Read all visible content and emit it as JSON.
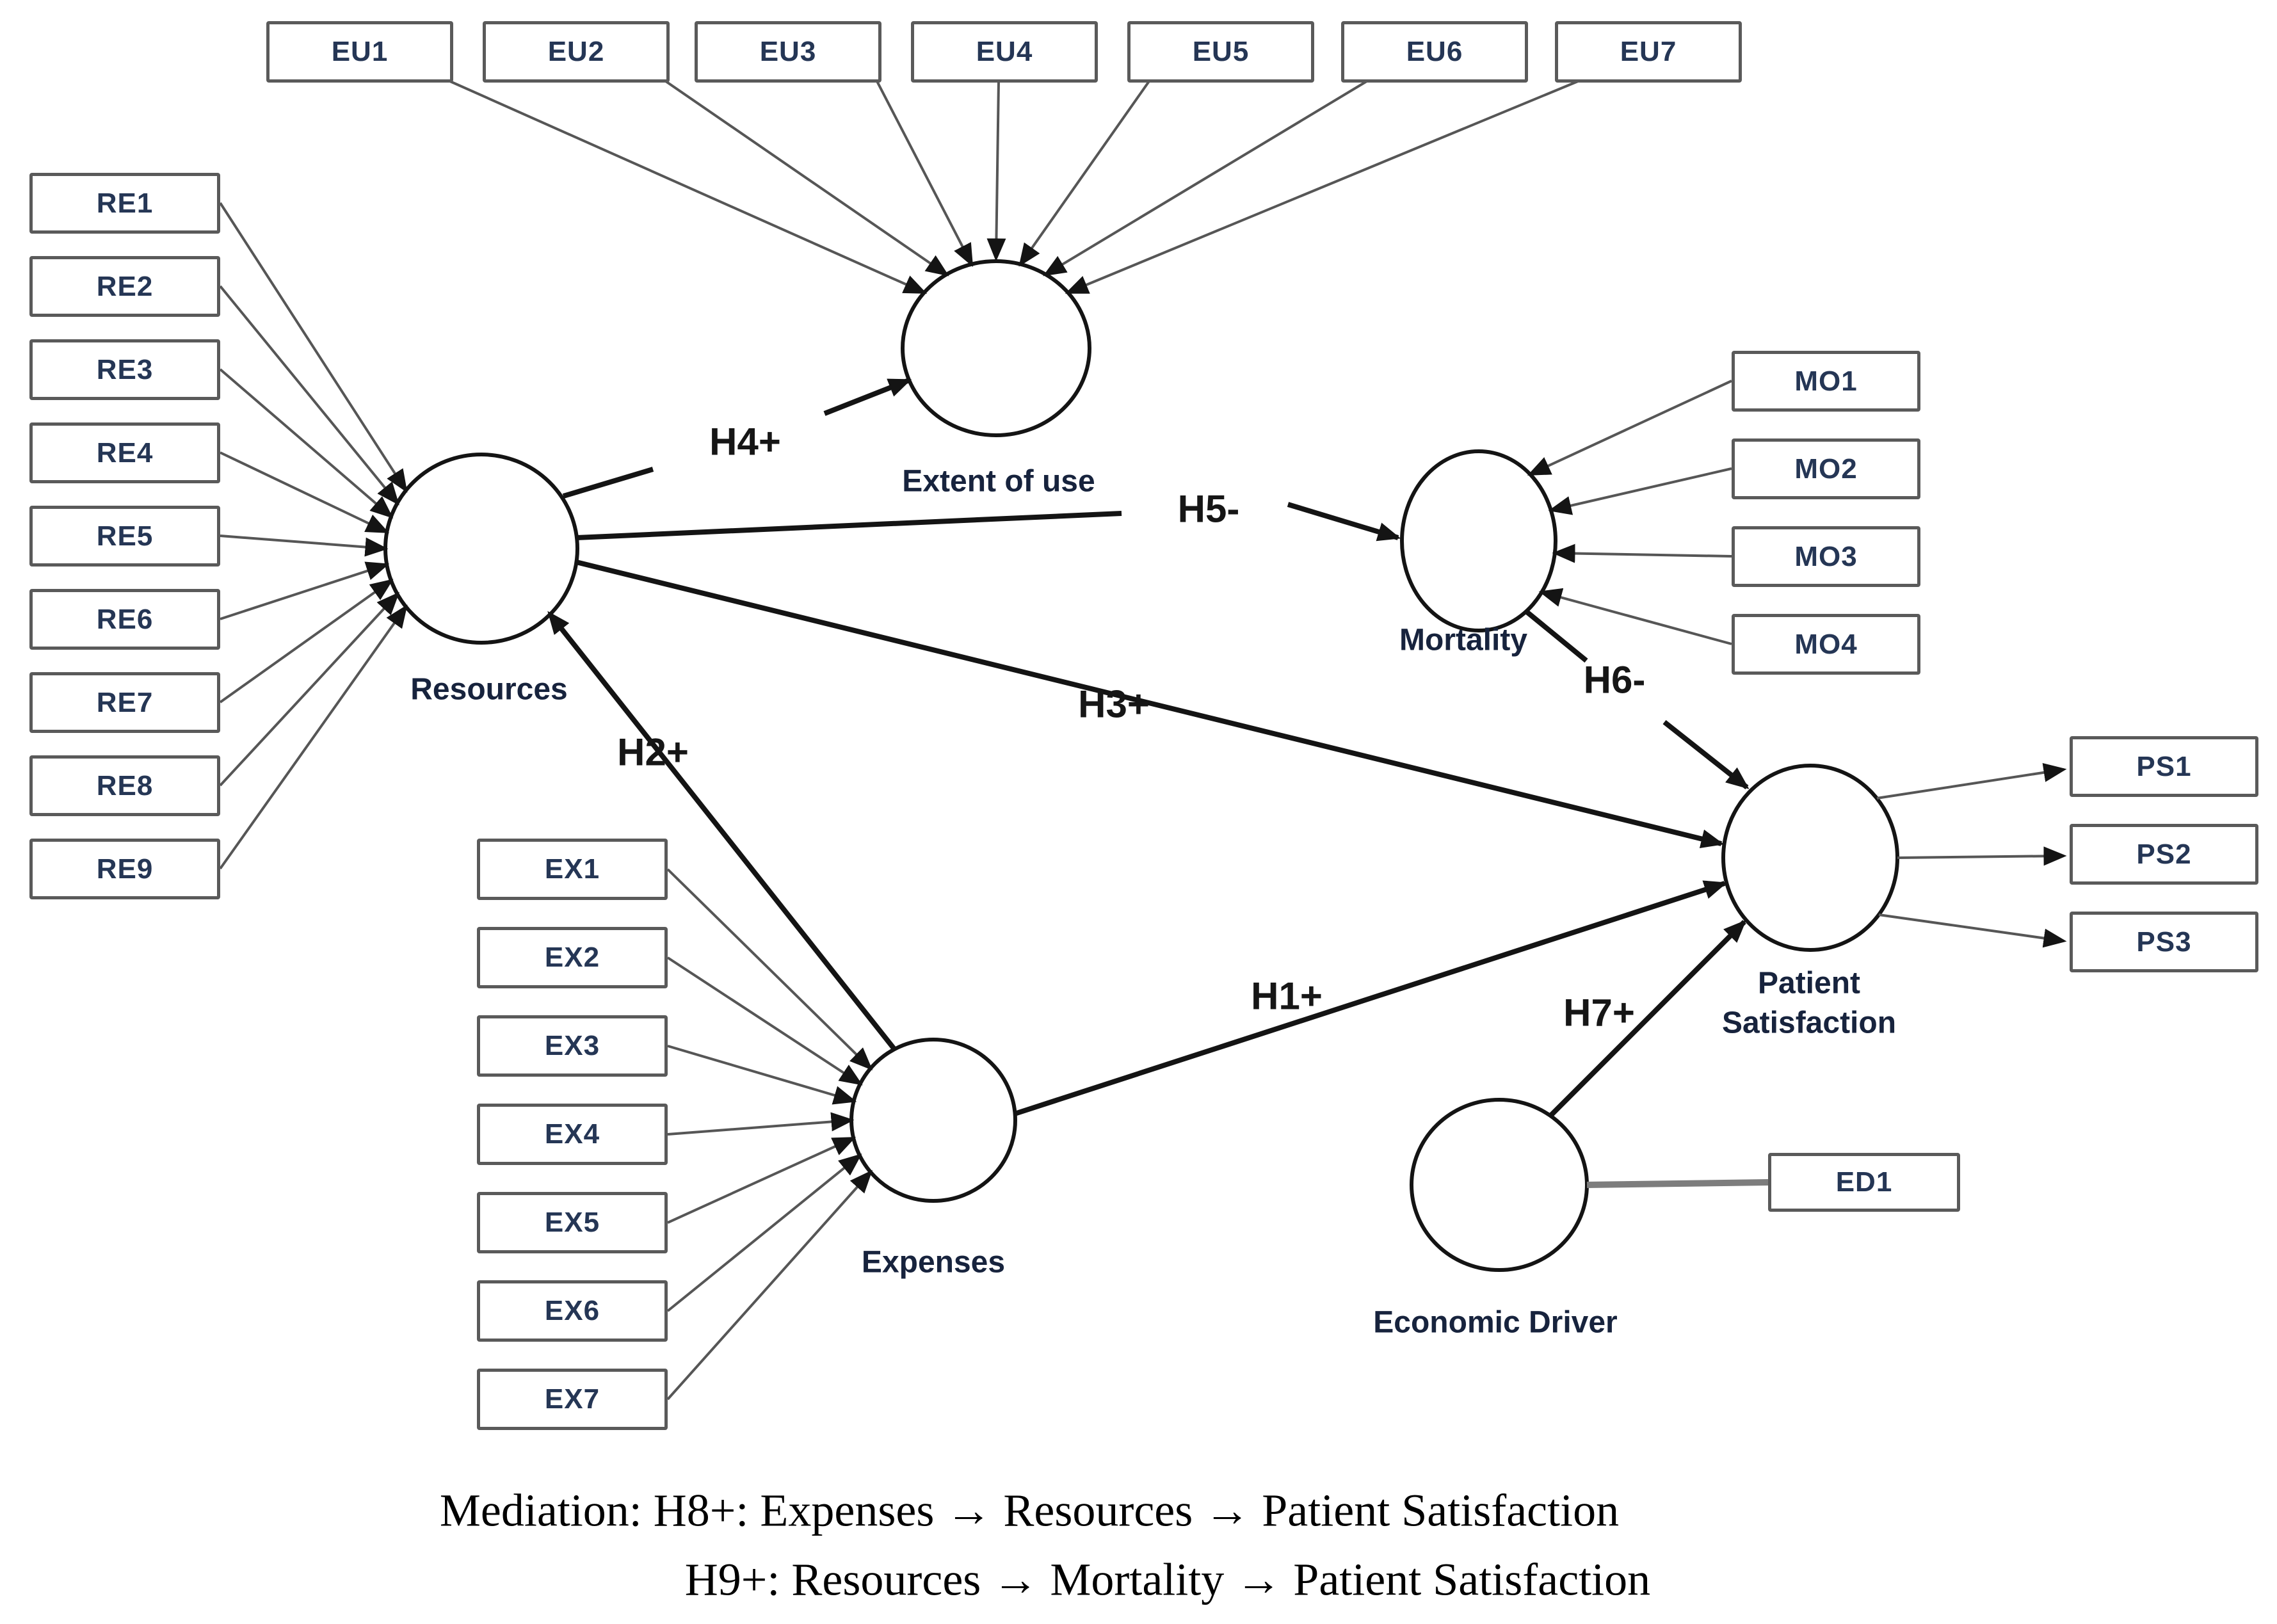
{
  "figure": {
    "type": "sem-path-diagram",
    "constructs": {
      "resources": {
        "label": "Resources"
      },
      "extent_of_use": {
        "label": "Extent of use"
      },
      "mortality": {
        "label": "Mortality"
      },
      "patient_satisfaction": {
        "line1": "Patient",
        "line2": "Satisfaction"
      },
      "expenses": {
        "label": "Expenses"
      },
      "economic_driver": {
        "label": "Economic Driver"
      }
    },
    "indicators": {
      "eu": [
        "EU1",
        "EU2",
        "EU3",
        "EU4",
        "EU5",
        "EU6",
        "EU7"
      ],
      "re": [
        "RE1",
        "RE2",
        "RE3",
        "RE4",
        "RE5",
        "RE6",
        "RE7",
        "RE8",
        "RE9"
      ],
      "mo": [
        "MO1",
        "MO2",
        "MO3",
        "MO4"
      ],
      "ps": [
        "PS1",
        "PS2",
        "PS3"
      ],
      "ex": [
        "EX1",
        "EX2",
        "EX3",
        "EX4",
        "EX5",
        "EX6",
        "EX7"
      ],
      "ed": [
        "ED1"
      ]
    },
    "hypotheses": {
      "h1": "H1+",
      "h2": "H2+",
      "h3": "H3+",
      "h4": "H4+",
      "h5": "H5-",
      "h6": "H6-",
      "h7": "H7+"
    },
    "mediation": {
      "line1": "Mediation: H8+: Expenses → Resources → Patient Satisfaction",
      "line2": "H9+: Resources → Mortality → Patient Satisfaction"
    },
    "colors": {
      "thin_line": "#565656",
      "thick_line": "#141414",
      "box_border": "#5a5a5a",
      "box_text": "#253655",
      "construct_text": "#17233d",
      "background": "#ffffff"
    }
  }
}
